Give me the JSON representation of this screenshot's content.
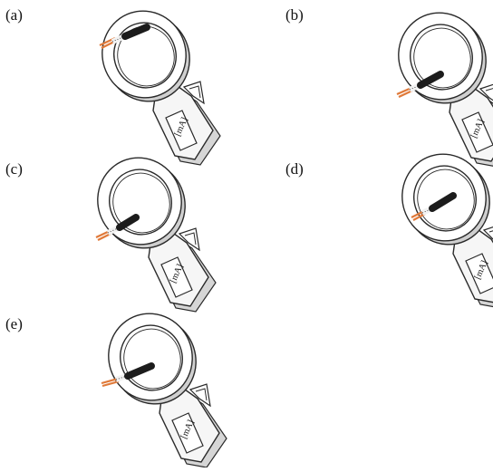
{
  "panels": [
    {
      "label": "(a)",
      "meter_text": "[mA]",
      "cable_position": "through ring, upper-left"
    },
    {
      "label": "(b)",
      "meter_text": "[mA]",
      "cable_position": "through ring, lower-left"
    },
    {
      "label": "(c)",
      "meter_text": "[mA]",
      "cable_position": "through ring, left-center"
    },
    {
      "label": "(d)",
      "meter_text": "[mA]",
      "cable_position": "through ring, center"
    },
    {
      "label": "(e)",
      "meter_text": "[mA]",
      "cable_position": "through ring, left-center"
    }
  ],
  "colors": {
    "outline": "#2a2a2a",
    "ring_fill": "#ffffff",
    "ring_shadow": "#c8c8c8",
    "cable_jacket": "#1c1c1c",
    "cable_copper": "#e07a3a",
    "cable_white": "#f2f2f2"
  }
}
